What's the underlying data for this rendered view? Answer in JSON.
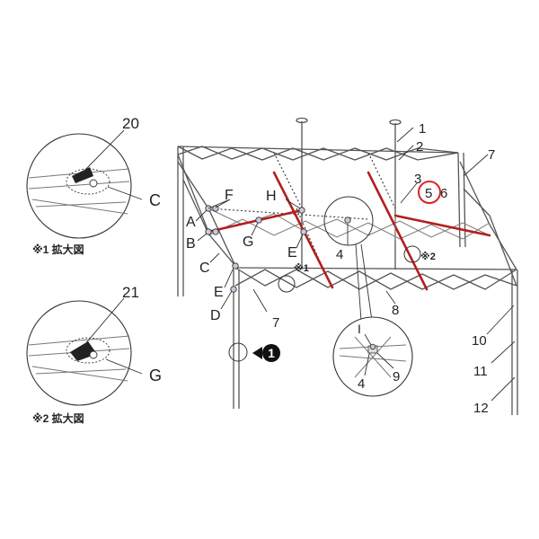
{
  "labels": {
    "n1": "1",
    "n2": "2",
    "n3": "3",
    "n4a": "4",
    "n4b": "4",
    "n5": "5",
    "n6": "6",
    "n7a": "7",
    "n7b": "7",
    "n8": "8",
    "n9": "9",
    "n10": "10",
    "n11": "11",
    "n12": "12",
    "n20": "20",
    "n21": "21",
    "A": "A",
    "B": "B",
    "Ca": "C",
    "Cb": "C",
    "D": "D",
    "Ea": "E",
    "Eb": "E",
    "F": "F",
    "Ga": "G",
    "Gb": "G",
    "H": "H",
    "I": "I",
    "ref1": "※1",
    "ref2": "※2",
    "detail1": "※1 拡大図",
    "detail2": "※2 拡大図",
    "marker": "1"
  },
  "colors": {
    "highlight_red": "#b41e1e",
    "frame": "#555555",
    "joint": "#c9c9dd"
  },
  "highlight": "5"
}
